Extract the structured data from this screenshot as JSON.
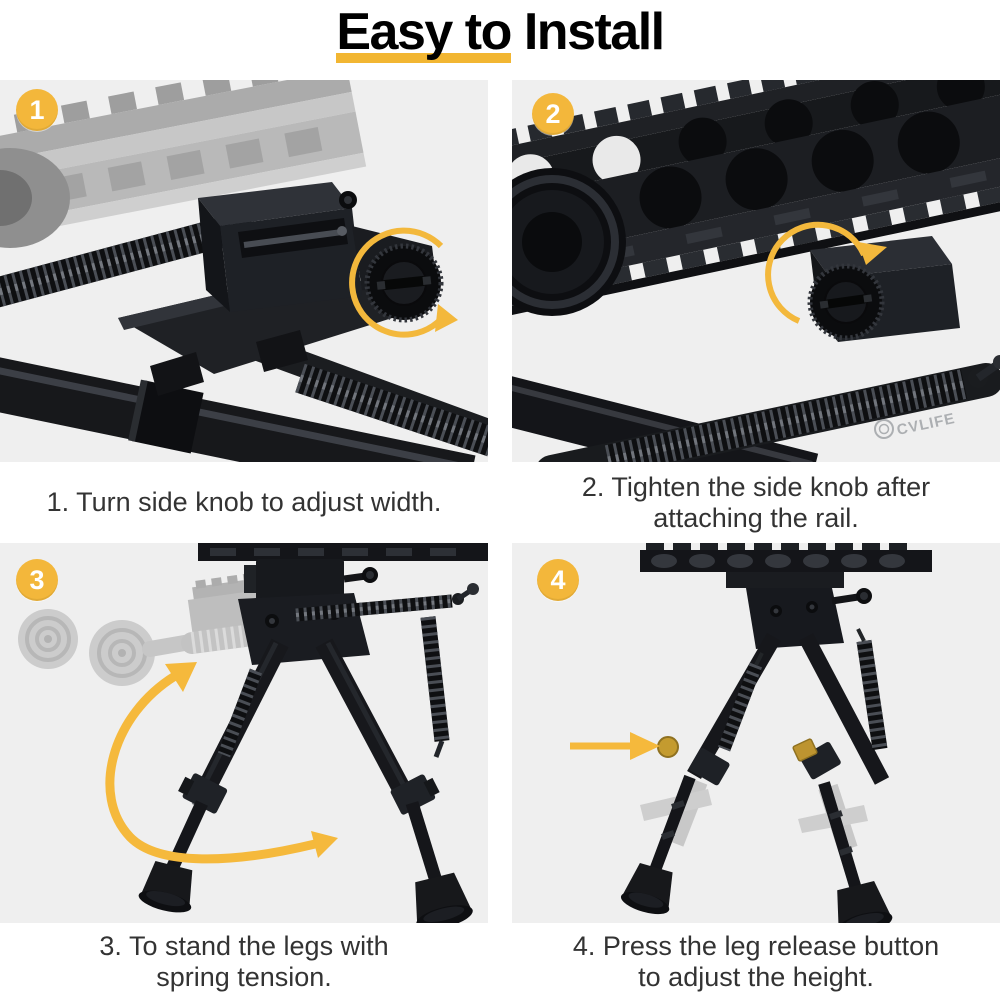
{
  "title": {
    "highlight": "Easy to",
    "rest": "Install"
  },
  "steps": [
    {
      "number": "1",
      "caption_lines": [
        "1. Turn side knob to adjust width."
      ]
    },
    {
      "number": "2",
      "caption_lines": [
        "2. Tighten the side knob after",
        "attaching the rail."
      ]
    },
    {
      "number": "3",
      "caption_lines": [
        "3. To stand the legs with",
        "spring tension."
      ]
    },
    {
      "number": "4",
      "caption_lines": [
        "4. Press the leg release button",
        "to adjust the height."
      ]
    }
  ],
  "brand_watermark": "CVLIFE",
  "colors": {
    "accent_yellow": "#F3B73B",
    "underline_yellow": "#F2B632",
    "panel_background": "#EFEFEF",
    "product_black": "#17181B",
    "ghost_gray": "#C6C6C6",
    "gold_button": "#C49B2F",
    "caption_text": "#333333",
    "title_text": "#000000"
  },
  "icons": {
    "badge": "step-number-badge",
    "rotate_arrow": "rotate-arrow-icon",
    "swing_arrow": "swing-arrow-icon",
    "press_arrow": "press-arrow-icon"
  }
}
